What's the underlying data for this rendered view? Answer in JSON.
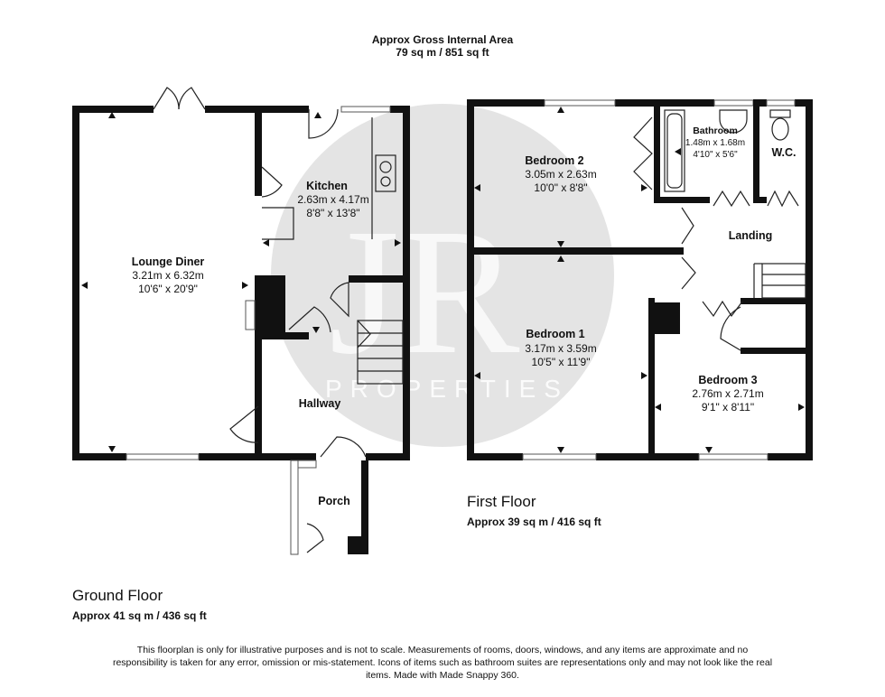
{
  "header": {
    "gross_title": "Approx Gross Internal Area",
    "gross_value": "79 sq m / 851 sq ft"
  },
  "watermark": {
    "monogram": "JR",
    "text": "PROPERTIES",
    "color": "#c8c8c8"
  },
  "ground_floor": {
    "title": "Ground Floor",
    "area": "Approx 41 sq m / 436 sq ft",
    "rooms": {
      "lounge": {
        "name": "Lounge Diner",
        "metric": "3.21m x 6.32m",
        "imperial": "10'6\" x 20'9\""
      },
      "kitchen": {
        "name": "Kitchen",
        "metric": "2.63m x 4.17m",
        "imperial": "8'8\" x 13'8\""
      },
      "hallway": {
        "name": "Hallway"
      },
      "porch": {
        "name": "Porch"
      }
    }
  },
  "first_floor": {
    "title": "First Floor",
    "area": "Approx 39 sq m / 416 sq ft",
    "rooms": {
      "bedroom2": {
        "name": "Bedroom 2",
        "metric": "3.05m x 2.63m",
        "imperial": "10'0\" x 8'8\""
      },
      "bathroom": {
        "name": "Bathroom",
        "metric": "1.48m x 1.68m",
        "imperial": "4'10\" x 5'6\""
      },
      "wc": {
        "name": "W.C."
      },
      "landing": {
        "name": "Landing"
      },
      "bedroom1": {
        "name": "Bedroom 1",
        "metric": "3.17m x 3.59m",
        "imperial": "10'5\" x 11'9\""
      },
      "bedroom3": {
        "name": "Bedroom 3",
        "metric": "2.76m x 2.71m",
        "imperial": "9'1\" x 8'11\""
      }
    }
  },
  "disclaimer": "This floorplan is only for illustrative purposes and is not to scale. Measurements of rooms, doors, windows, and any items are approximate and no responsibility is taken for any error, omission or mis-statement. Icons of items such as bathroom suites are representations only and may not look like the real items. Made with Made Snappy 360."
}
